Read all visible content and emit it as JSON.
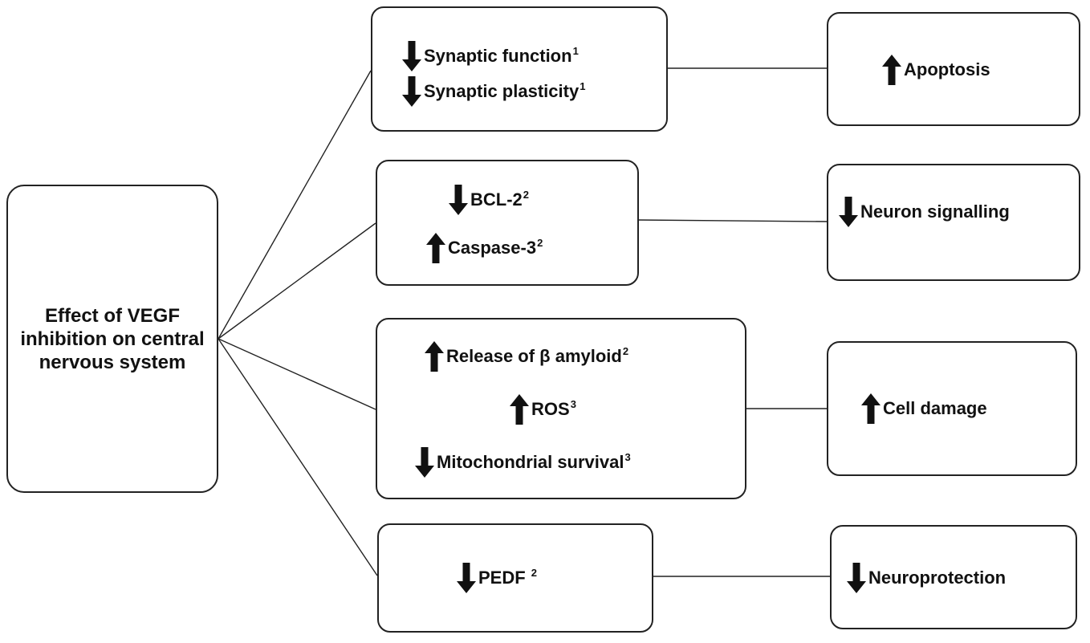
{
  "center": {
    "title": "Effect of VEGF inhibition on central nervous system"
  },
  "groups": [
    {
      "causes": [
        {
          "direction": "down",
          "text": "Synaptic function",
          "ref": "1"
        },
        {
          "direction": "down",
          "text": "Synaptic plasticity",
          "ref": "1"
        }
      ],
      "effect": {
        "direction": "up",
        "text": "Apoptosis"
      }
    },
    {
      "causes": [
        {
          "direction": "down",
          "text": "BCL-2",
          "ref": "2"
        },
        {
          "direction": "up",
          "text": "Caspase-3",
          "ref": "2"
        }
      ],
      "effect": {
        "direction": "down",
        "text": "Neuron signalling"
      }
    },
    {
      "causes": [
        {
          "direction": "up",
          "text": "Release of β amyloid",
          "ref": "2"
        },
        {
          "direction": "up",
          "text": "ROS",
          "ref": "3"
        },
        {
          "direction": "down",
          "text": "Mitochondrial survival",
          "ref": "3"
        }
      ],
      "effect": {
        "direction": "up",
        "text": "Cell damage"
      }
    },
    {
      "causes": [
        {
          "direction": "down",
          "text": "PEDF ",
          "ref": "2"
        }
      ],
      "effect": {
        "direction": "down",
        "text": "Neuroprotection"
      }
    }
  ],
  "icons": {
    "up": "up-arrow-icon",
    "down": "down-arrow-icon"
  },
  "colors": {
    "stroke": "#222222",
    "text": "#111111",
    "background": "#ffffff"
  }
}
